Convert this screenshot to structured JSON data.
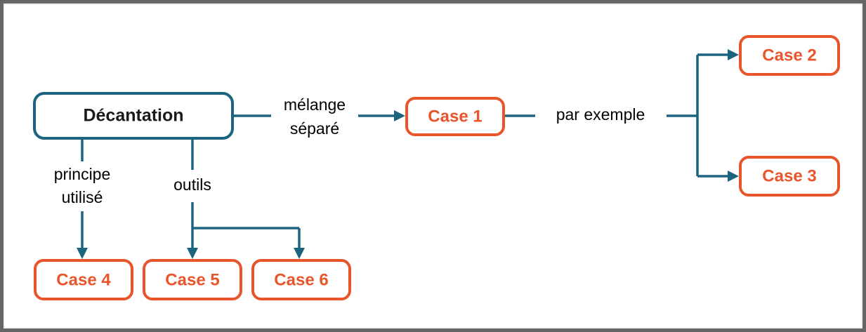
{
  "diagram": {
    "title_node": {
      "label": "Décantation",
      "kind": "root",
      "color": "#1a6480"
    },
    "accent_colors": {
      "root_stroke": "#1a6480",
      "case_stroke": "#e8552b",
      "case_text": "#e8552b",
      "connector": "#1a6480",
      "root_text": "#1a1a1a",
      "edge_label_text": "#000000",
      "page_frame": "#666666",
      "page_background": "#ffffff"
    },
    "edge_labels": {
      "melange_separe": "mélange\nséparé",
      "melange_separe_line1": "mélange",
      "melange_separe_line2": "séparé",
      "par_exemple": "par exemple",
      "principe_utilise_line1": "principe",
      "principe_utilise_line2": "utilisé",
      "outils": "outils"
    },
    "cases": [
      {
        "id": "case-1",
        "label": "Case 1"
      },
      {
        "id": "case-2",
        "label": "Case 2"
      },
      {
        "id": "case-3",
        "label": "Case 3"
      },
      {
        "id": "case-4",
        "label": "Case 4"
      },
      {
        "id": "case-5",
        "label": "Case 5"
      },
      {
        "id": "case-6",
        "label": "Case 6"
      }
    ]
  }
}
